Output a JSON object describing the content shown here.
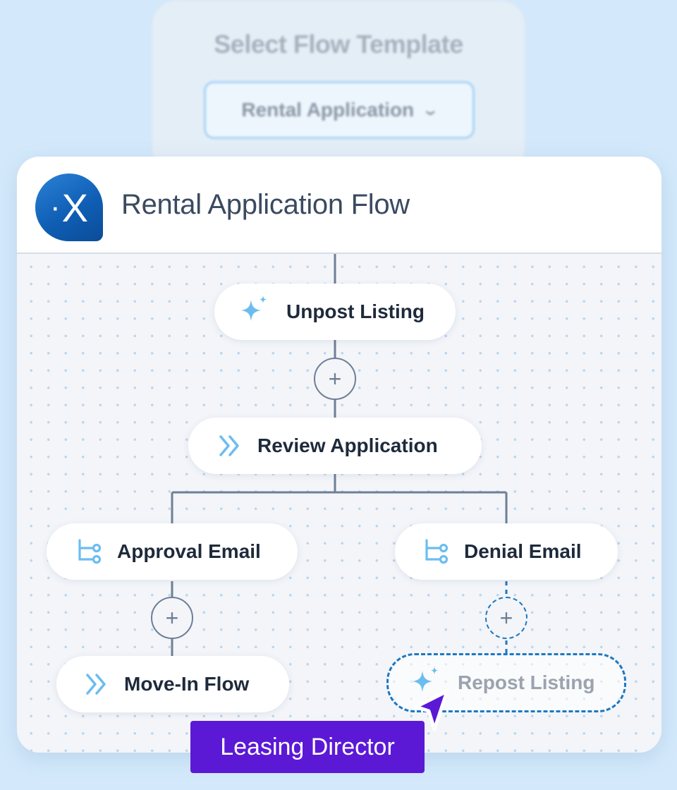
{
  "template_selector": {
    "title": "Select Flow Template",
    "selected": "Rental Application"
  },
  "flow": {
    "title": "Rental Application Flow",
    "nodes": {
      "unpost": {
        "label": "Unpost Listing",
        "icon": "sparkle-icon"
      },
      "review": {
        "label": "Review Application",
        "icon": "double-chevron-icon"
      },
      "approval": {
        "label": "Approval Email",
        "icon": "branch-icon"
      },
      "denial": {
        "label": "Denial Email",
        "icon": "branch-icon"
      },
      "movein": {
        "label": "Move-In Flow",
        "icon": "double-chevron-icon"
      },
      "repost": {
        "label": "Repost Listing",
        "icon": "sparkle-icon",
        "state": "pending"
      }
    }
  },
  "user": {
    "role": "Leasing Director"
  },
  "colors": {
    "brand": "#0f5fb5",
    "accent_light": "#6bbdf0",
    "role_tag": "#5b19d6",
    "connector": "#6f7f96",
    "dashed": "#1c78c2"
  }
}
